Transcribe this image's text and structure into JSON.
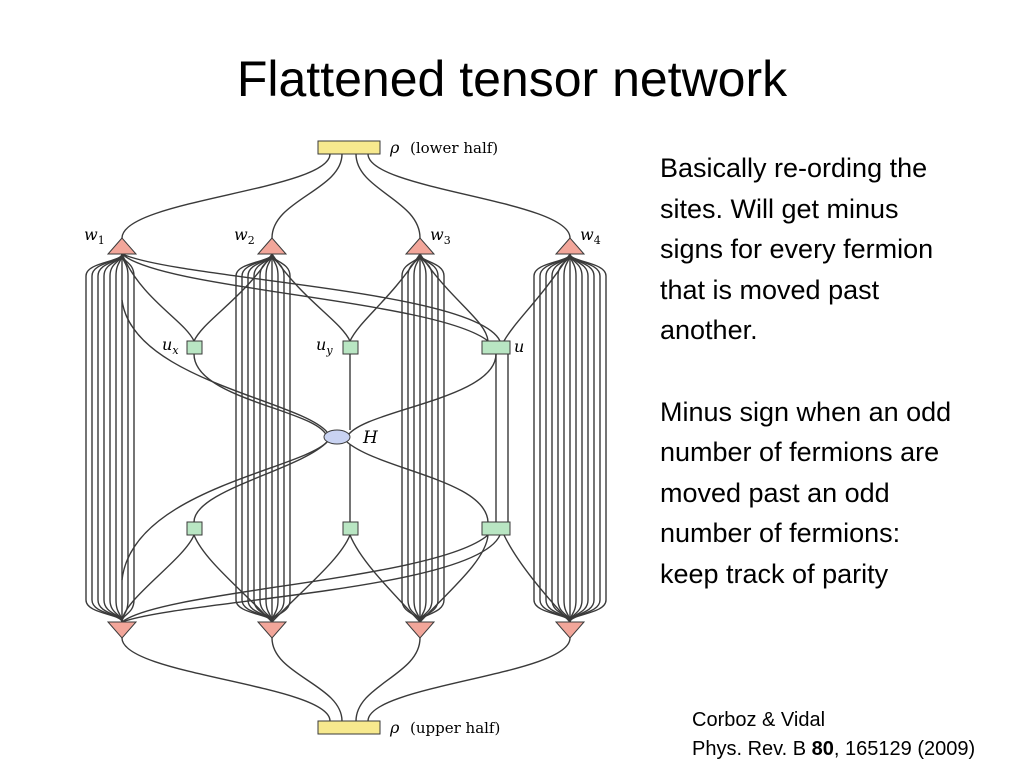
{
  "slide": {
    "title": "Flattened tensor network"
  },
  "diagram": {
    "rho_top_symbol": "ρ",
    "rho_top_label": "(lower half)",
    "rho_bottom_symbol": "ρ",
    "rho_bottom_label": "(upper half)",
    "isometries": [
      {
        "symbol": "w",
        "index": "1"
      },
      {
        "symbol": "w",
        "index": "2"
      },
      {
        "symbol": "w",
        "index": "3"
      },
      {
        "symbol": "w",
        "index": "4"
      }
    ],
    "disentanglers": [
      {
        "symbol": "u",
        "sub": "x"
      },
      {
        "symbol": "u",
        "sub": "y"
      },
      {
        "symbol": "u",
        "sub": ""
      }
    ],
    "hamiltonian": "H",
    "colors": {
      "rho": "#f7e98e",
      "isometry": "#f2a69a",
      "disentangler": "#b9e6c3",
      "hamiltonian": "#c9d3f2",
      "line": "#3a3a3a"
    }
  },
  "notes": [
    "Basically re-ording the sites. Will get minus signs for every fermion that is moved past another.",
    "Minus sign when an odd number of fermions are moved past an odd number of fermions: keep track of parity"
  ],
  "citation": {
    "authors": "Corboz & Vidal",
    "journal": "Phys. Rev. B ",
    "volume": "80",
    "rest": ", 165129 (2009)"
  }
}
